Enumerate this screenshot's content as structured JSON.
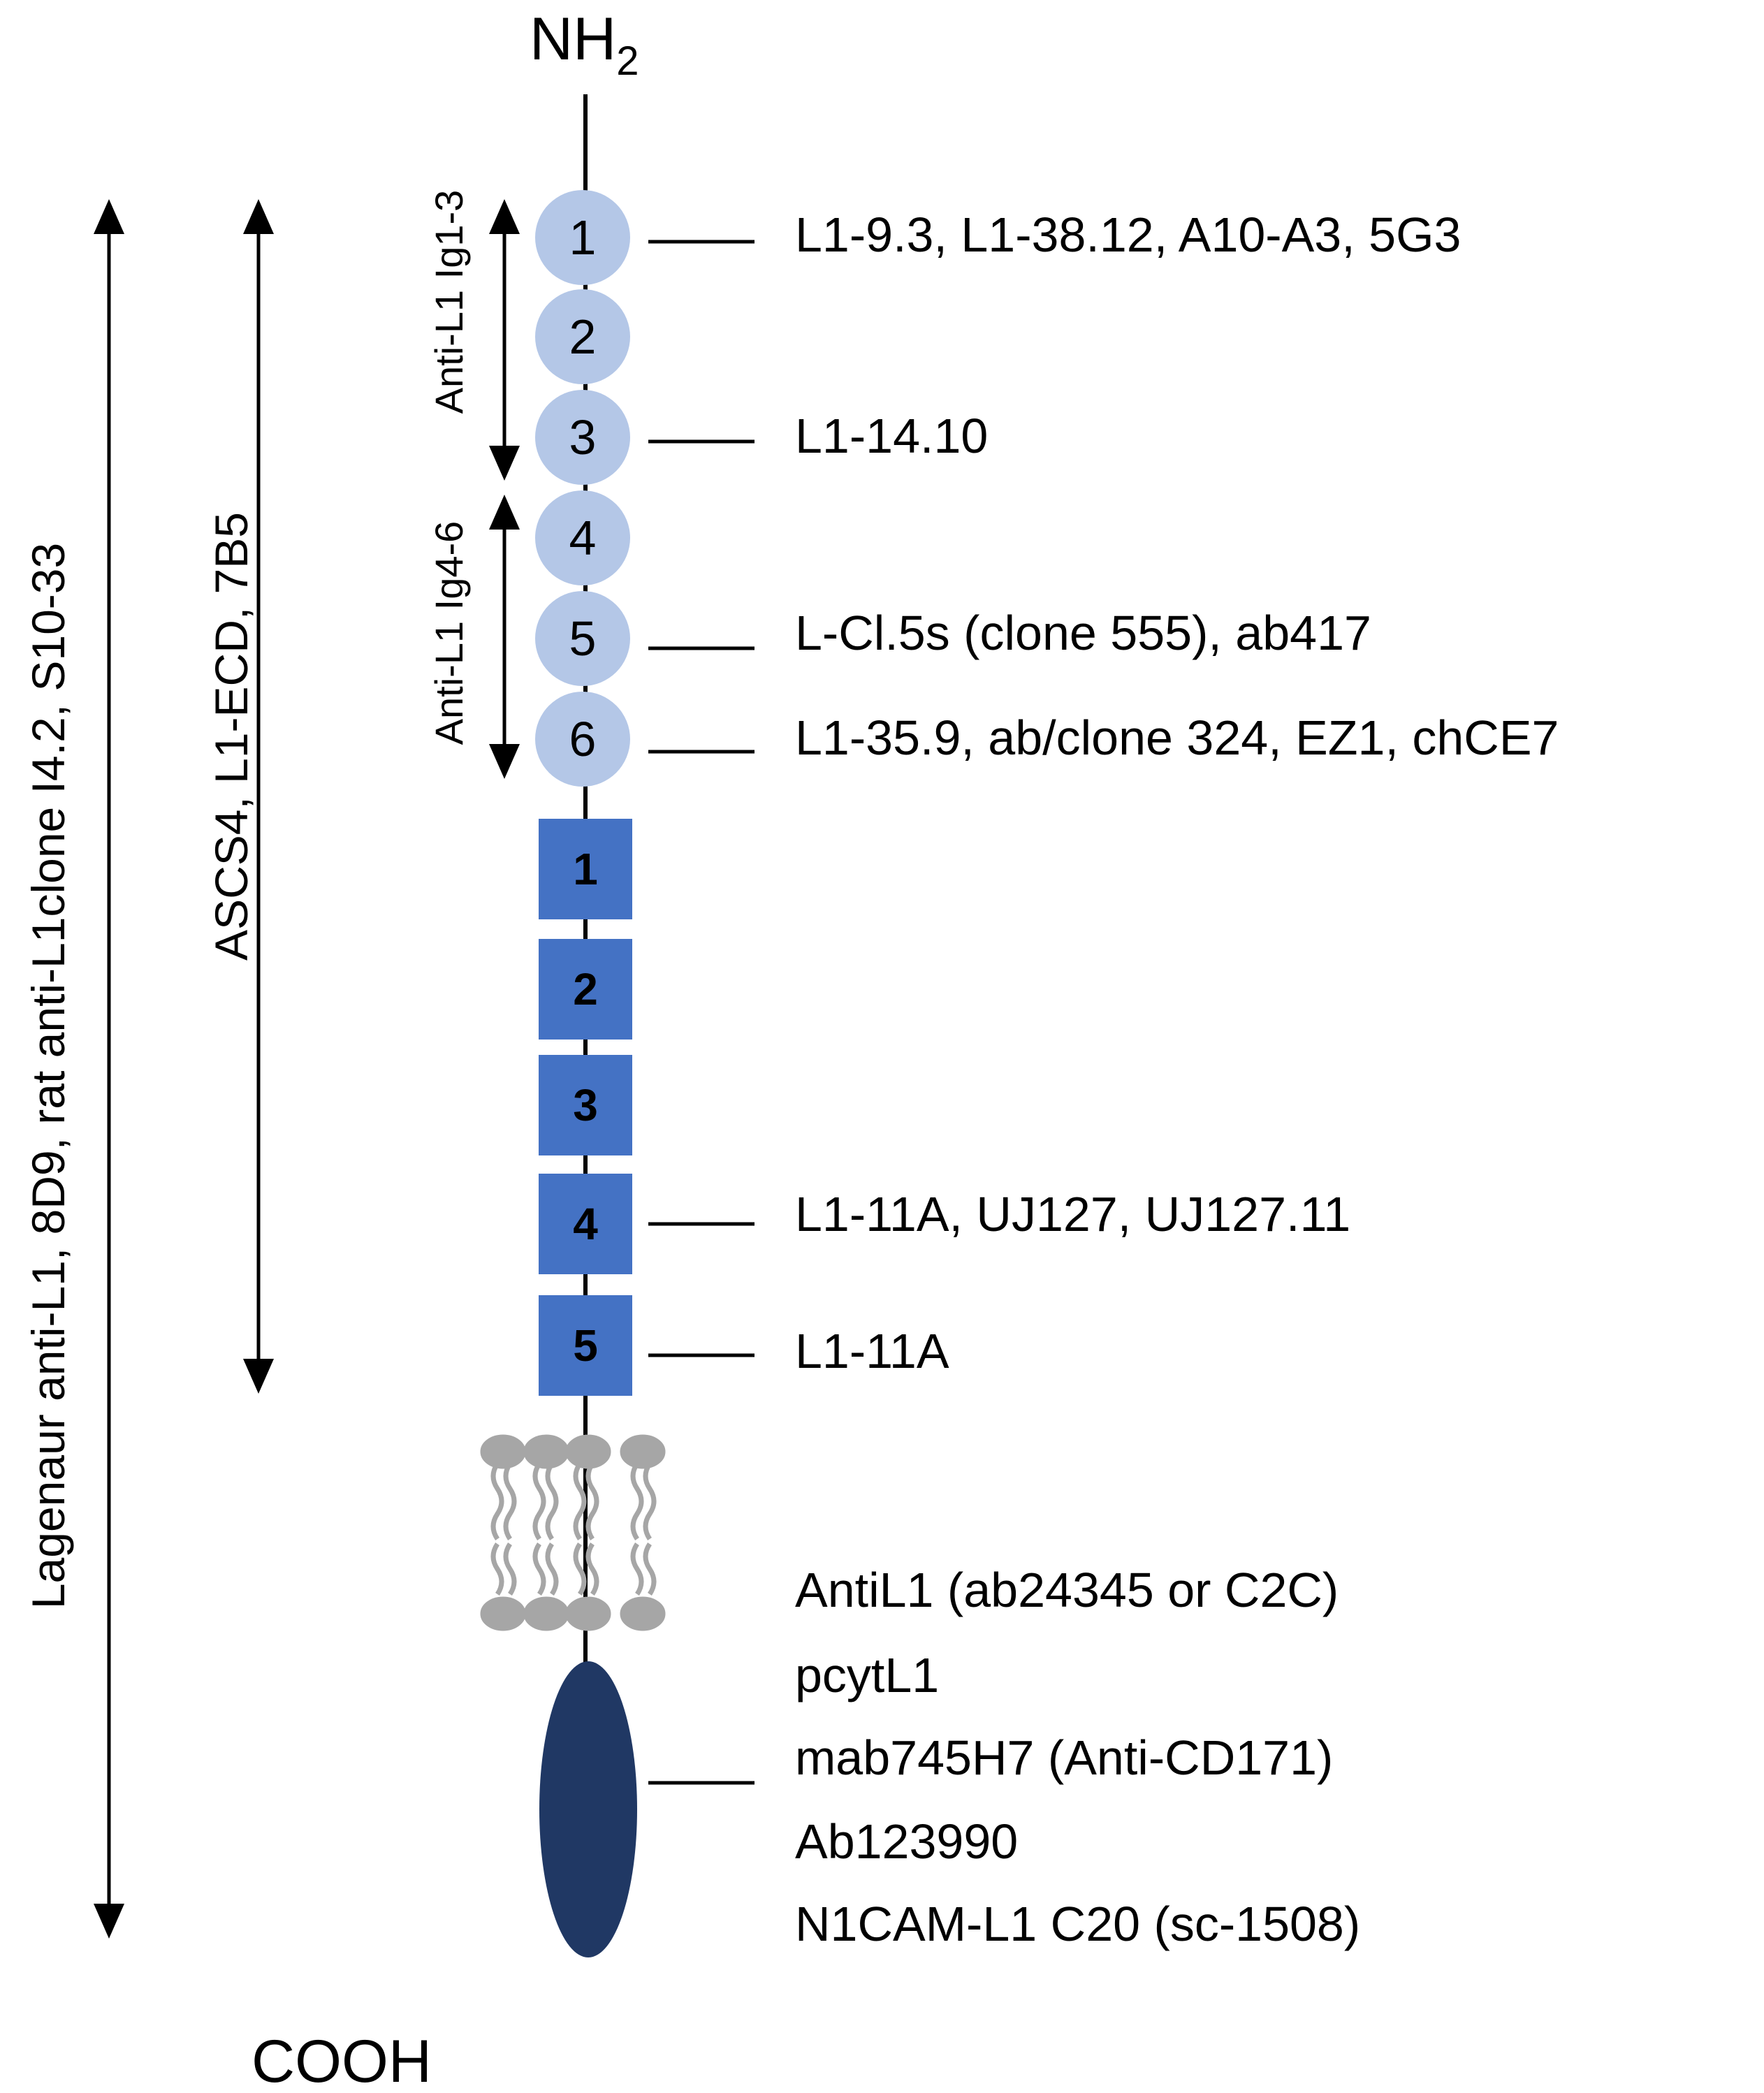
{
  "termini": {
    "n": "NH",
    "n_sub": "2",
    "c": "COOH"
  },
  "colors": {
    "ig_domain": "#b4c7e7",
    "fn_domain": "#4472c4",
    "cytoplasmic": "#203864",
    "lipid": "#a6a6a6",
    "line": "#000000"
  },
  "ig_domains": [
    "1",
    "2",
    "3",
    "4",
    "5",
    "6"
  ],
  "fn_domains": [
    "1",
    "2",
    "3",
    "4",
    "5"
  ],
  "side_labels": {
    "full_length": "Lagenaur anti-L1, 8D9, rat anti-L1clone I4.2, S10-33",
    "ecd": "ASCS4, L1-ECD, 7B5",
    "ig1_3": "Anti-L1 Ig1-3",
    "ig4_6": "Anti-L1 Ig4-6"
  },
  "antibodies": {
    "ig1": "L1-9.3, L1-38.12, A10-A3, 5G3",
    "ig3": "L1-14.10",
    "ig5": "L-Cl.5s (clone 555), ab417",
    "ig6": "L1-35.9, ab/clone 324, EZ1, chCE7",
    "fn4": "L1-11A, UJ127, UJ127.11",
    "fn5": "L1-11A",
    "cyto": [
      "AntiL1 (ab24345 or C2C)",
      "pcytL1",
      "mab745H7 (Anti-CD171)",
      "Ab123990",
      "N1CAM-L1 C20 (sc-1508)"
    ]
  }
}
